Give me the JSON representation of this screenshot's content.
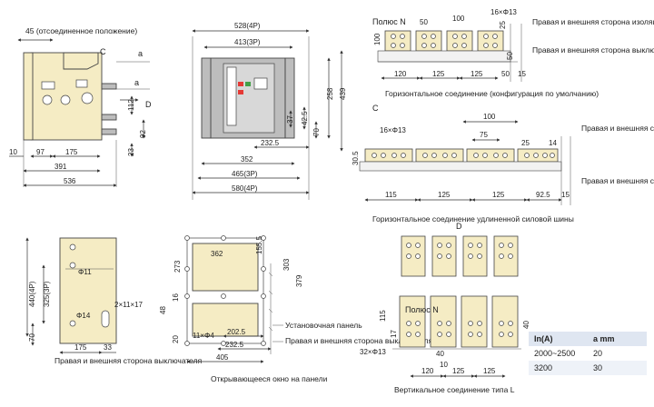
{
  "view1": {
    "label_disconnected": "45 (отсоединенное положение)",
    "label_c": "C",
    "label_a": "a",
    "label_d": "D",
    "dims": {
      "d10": "10",
      "d97": "97",
      "d175": "175",
      "d391": "391",
      "d536": "536",
      "d112": "112",
      "d92": "92",
      "d23": "23"
    }
  },
  "view2": {
    "dims": {
      "d528": "528(4P)",
      "d413": "413(3P)",
      "d352": "352",
      "d465": "465(3P)",
      "d580": "580(4P)",
      "d258": "258",
      "d439": "439",
      "d37": "37",
      "d425": "42.5",
      "d70": "70",
      "d2325": "232.5"
    }
  },
  "view3": {
    "pole_n": "Полюс N",
    "holes": "16×Φ13",
    "panel_side": "Правая и внешняя сторона изоляционной панели",
    "breaker_side": "Правая и внешняя сторона выключателя",
    "caption": "Горизонтальное соединение (конфигурация по умолчанию)",
    "dims": {
      "d50a": "50",
      "d100": "100",
      "d25": "25",
      "d100v": "100",
      "d120": "120",
      "d125a": "125",
      "d125b": "125",
      "d50b": "50",
      "d15": "15",
      "d50c": "50"
    }
  },
  "view4": {
    "label_c": "C",
    "holes": "16×Φ13",
    "panel_side": "Правая и внешняя сторона изоляционной панели",
    "breaker_side": "Правая и внешняя сторона выключателя",
    "caption": "Горизонтальное соединение удлиненной силовой шины",
    "dims": {
      "d100": "100",
      "d75": "75",
      "d25": "25",
      "d14": "14",
      "d305": "30.5",
      "d115": "115",
      "d125a": "125",
      "d125b": "125",
      "d925": "92.5",
      "d15": "15"
    }
  },
  "view5": {
    "holes_11": "Φ11",
    "holes_14": "Φ14",
    "slot": "2×11×17",
    "breaker_side": "Правая и внешняя сторона выключателя",
    "dims": {
      "d440": "440(4P)",
      "d325": "325(3P)",
      "d70": "70",
      "d175": "175",
      "d33": "33"
    }
  },
  "view6": {
    "install_plate": "Установочная панель",
    "breaker_side": "Правая и внешняя сторона выключателя",
    "holes": "11×Φ4",
    "caption": "Открывающееся окно на панели",
    "dims": {
      "d362": "362",
      "d1555": "155.5",
      "d273": "273",
      "d303": "303",
      "d379": "379",
      "d16": "16",
      "d48": "48",
      "d20": "20",
      "d2025": "202.5",
      "d2325": "232.5",
      "d405": "405"
    }
  },
  "view7": {
    "label_d": "D",
    "pole_n": "Полюс N",
    "holes": "32×Φ13",
    "caption": "Вертикальное соединение типа L",
    "dims": {
      "d115": "115",
      "d17": "17",
      "d40a": "40",
      "d10": "10",
      "d40b": "40",
      "d120": "120",
      "d125a": "125",
      "d125b": "125"
    }
  },
  "table": {
    "headers": [
      "In(A)",
      "a mm"
    ],
    "rows": [
      [
        "2000~2500",
        "20"
      ],
      [
        "3200",
        "30"
      ]
    ]
  }
}
